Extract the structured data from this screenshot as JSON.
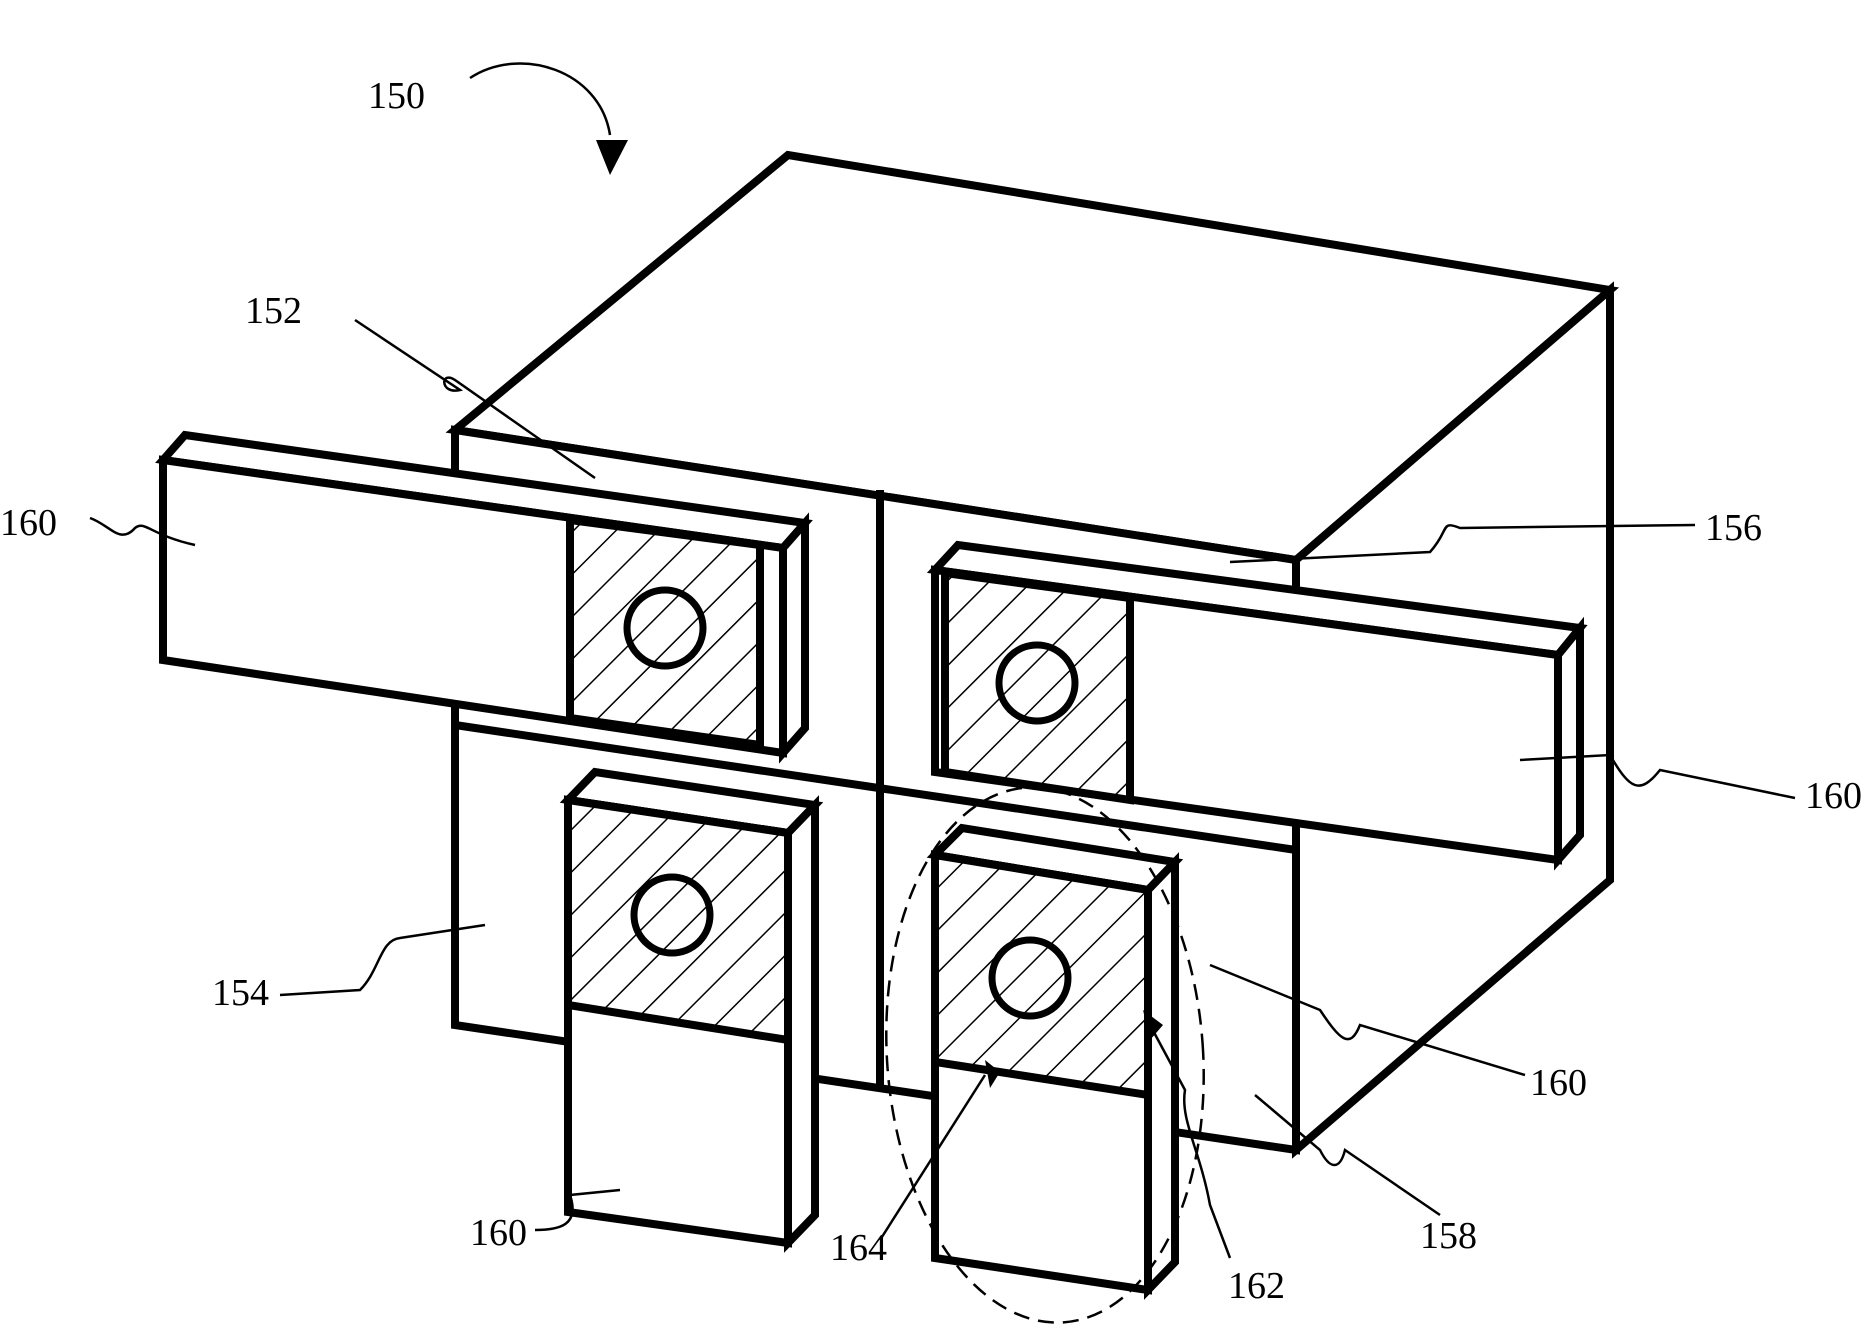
{
  "figure": {
    "labels": {
      "device": "150",
      "module_top_left": "152",
      "module_bottom_left": "154",
      "module_top_right": "156",
      "module_bottom_right": "158",
      "contact_left": "160",
      "contact_right": "160",
      "contact_center": "160",
      "contact_bottom": "160",
      "region_162": "162",
      "region_164": "164"
    }
  }
}
